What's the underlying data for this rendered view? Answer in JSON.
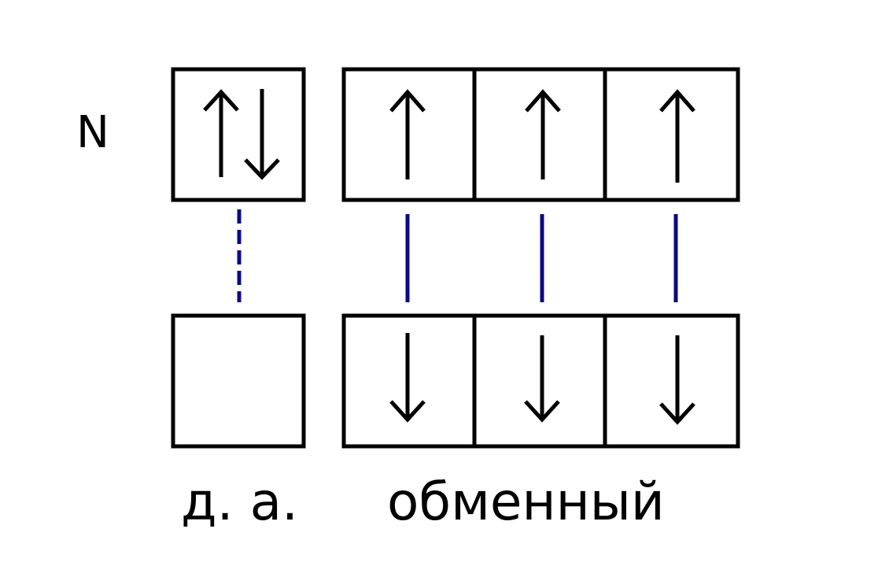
{
  "atom_label": "N",
  "colors": {
    "box_stroke": "#000000",
    "arrow": "#000000",
    "bond_line": "#0a0a84",
    "background": "#ffffff"
  },
  "top_orbitals": {
    "donor": [
      "up",
      "down"
    ],
    "exchange": [
      [
        "up"
      ],
      [
        "up"
      ],
      [
        "up"
      ]
    ]
  },
  "bottom_orbitals": {
    "acceptor": [],
    "exchange": [
      [
        "down"
      ],
      [
        "down"
      ],
      [
        "down"
      ]
    ]
  },
  "bonds": [
    {
      "style": "dashed"
    },
    {
      "style": "solid"
    },
    {
      "style": "solid"
    },
    {
      "style": "solid"
    }
  ],
  "labels": {
    "donor_acceptor": "д. а.",
    "exchange": "обменный"
  }
}
